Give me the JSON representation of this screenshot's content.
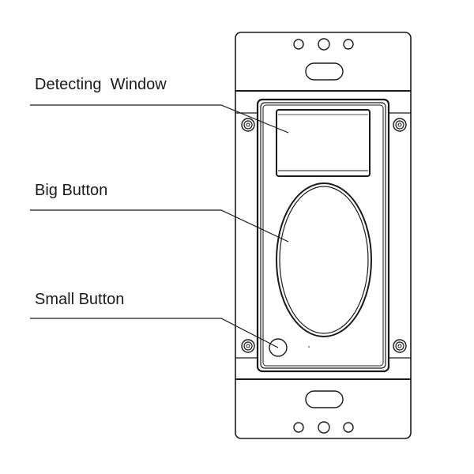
{
  "diagram": {
    "labels": {
      "detecting_window": "Detecting  Window",
      "big_button": "Big Button",
      "small_button": "Small Button"
    },
    "stroke_color": "#1a1a1a",
    "background_color": "#ffffff"
  }
}
